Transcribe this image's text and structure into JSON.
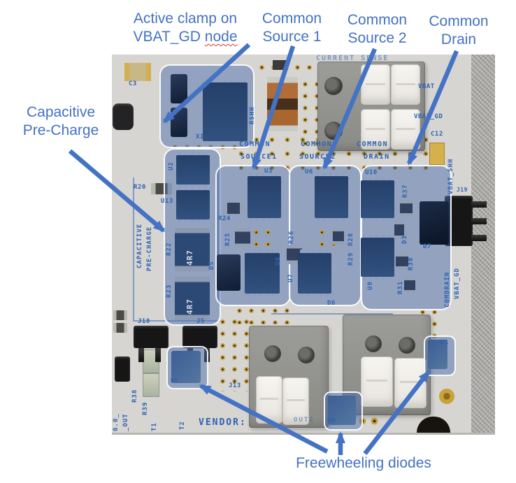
{
  "annotations": {
    "color": "#4472C4",
    "active_clamp": {
      "line1": "Active clamp on",
      "line2_prefix": "VBAT_GD ",
      "line2_underlined": "node"
    },
    "common_source_1": {
      "line1": "Common",
      "line2": "Source 1"
    },
    "common_source_2": {
      "line1": "Common",
      "line2": "Source 2"
    },
    "common_drain": {
      "line1": "Common",
      "line2": "Drain"
    },
    "capacitive_precharge": {
      "line1": "Capacitive",
      "line2": "Pre-Charge"
    },
    "freewheeling_diodes": {
      "label": "Freewheeling diodes"
    }
  },
  "board": {
    "silkscreen_color": "#2E62B0",
    "highlight_fill": "rgba(73,106,172,0.48)",
    "labels": [
      {
        "text": "C3"
      },
      {
        "text": "X1"
      },
      {
        "text": "RSHH"
      },
      {
        "text": "CURRENT SENSE"
      },
      {
        "text": "VBAT"
      },
      {
        "text": "VBAT_GD"
      },
      {
        "text": "C12"
      },
      {
        "text": "VBAT_SHH"
      },
      {
        "text": "J19"
      },
      {
        "text": "COMDRAIN"
      },
      {
        "text": "VBAT_GD"
      },
      {
        "text": "COMMON"
      },
      {
        "text": "SOURCE1"
      },
      {
        "text": "COMMON"
      },
      {
        "text": "SOURCE2"
      },
      {
        "text": "COMMON"
      },
      {
        "text": "DRAIN"
      },
      {
        "text": "U2"
      },
      {
        "text": "R20"
      },
      {
        "text": "U13"
      },
      {
        "text": "CAPACITIVE"
      },
      {
        "text": "PRE-CHARGE"
      },
      {
        "text": "R22"
      },
      {
        "text": "R23"
      },
      {
        "text": "4R7"
      },
      {
        "text": "4R7"
      },
      {
        "text": "D5"
      },
      {
        "text": "U3"
      },
      {
        "text": "R24"
      },
      {
        "text": "R25"
      },
      {
        "text": "U4"
      },
      {
        "text": "U6"
      },
      {
        "text": "R26"
      },
      {
        "text": "U7"
      },
      {
        "text": "R28"
      },
      {
        "text": "R29"
      },
      {
        "text": "U10"
      },
      {
        "text": "R37"
      },
      {
        "text": "D3"
      },
      {
        "text": "D7"
      },
      {
        "text": "R30"
      },
      {
        "text": "R31"
      },
      {
        "text": "U9"
      },
      {
        "text": "D6"
      },
      {
        "text": "J18"
      },
      {
        "text": "J5"
      },
      {
        "text": "D5"
      },
      {
        "text": "R38"
      },
      {
        "text": "R39"
      },
      {
        "text": "0.0_"
      },
      {
        "text": "_OUT"
      },
      {
        "text": "T1"
      },
      {
        "text": "T2"
      },
      {
        "text": "J13"
      },
      {
        "text": "VENDOR:"
      },
      {
        "text": "OUT2"
      },
      {
        "text": "D8"
      },
      {
        "text": "U1"
      }
    ]
  }
}
